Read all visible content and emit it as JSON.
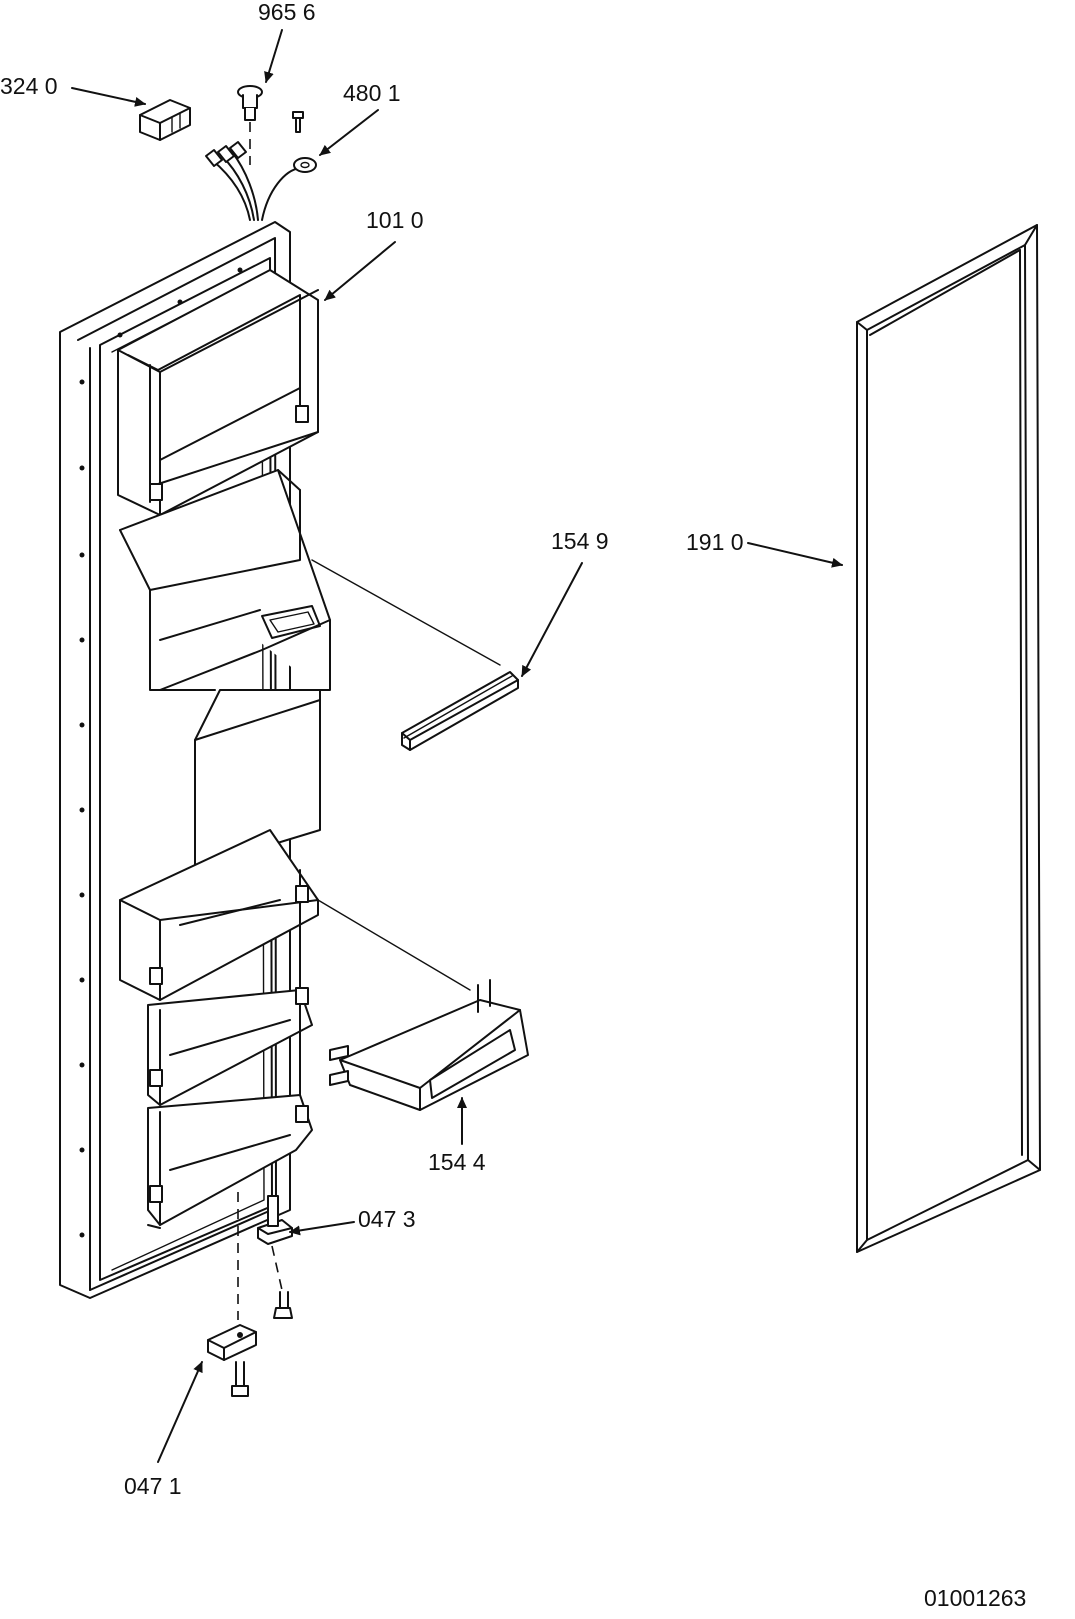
{
  "diagram": {
    "drawing_number": "01001263",
    "callouts": [
      {
        "id": "965-6",
        "text": "965 6"
      },
      {
        "id": "324-0",
        "text": "324 0"
      },
      {
        "id": "480-1",
        "text": "480 1"
      },
      {
        "id": "101-0",
        "text": "101 0"
      },
      {
        "id": "154-9",
        "text": "154 9"
      },
      {
        "id": "191-0",
        "text": "191 0"
      },
      {
        "id": "154-4",
        "text": "154 4"
      },
      {
        "id": "047-3",
        "text": "047 3"
      },
      {
        "id": "047-1",
        "text": "047 1"
      }
    ]
  }
}
